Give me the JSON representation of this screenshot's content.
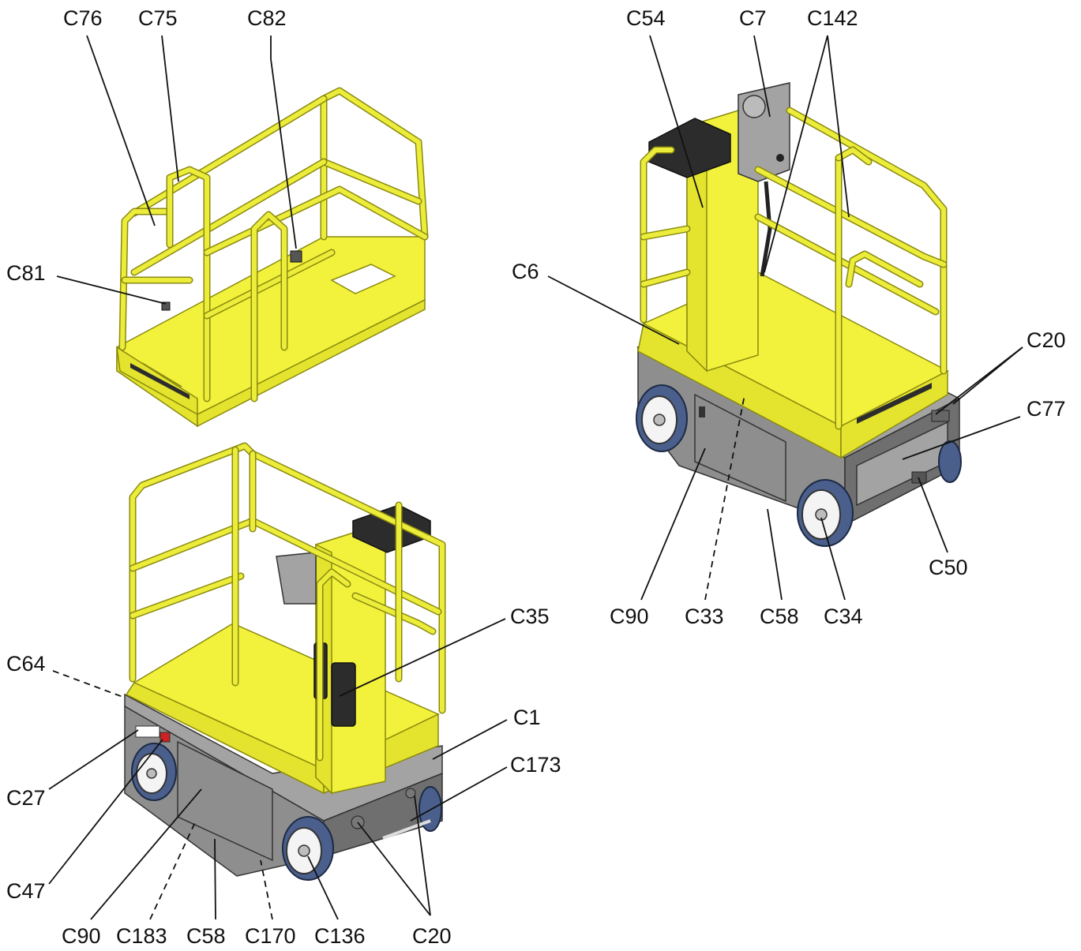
{
  "figure": {
    "views": [
      {
        "id": "platform",
        "callouts": [
          "C76",
          "C75",
          "C82",
          "C81"
        ]
      },
      {
        "id": "front",
        "callouts": [
          "C35",
          "C64",
          "C1",
          "C173",
          "C27",
          "C47",
          "C90",
          "C183",
          "C58",
          "C170",
          "C136",
          "C20"
        ]
      },
      {
        "id": "rear",
        "callouts": [
          "C54",
          "C7",
          "C142",
          "C6",
          "C20",
          "C77",
          "C50",
          "C90",
          "C33",
          "C58",
          "C34"
        ]
      }
    ]
  },
  "colors": {
    "guardrail_yellow": "#f2f23c",
    "chassis_gray": "#8e8e8e",
    "tire_blue": "#4a5f8c",
    "outline": "#111111"
  }
}
